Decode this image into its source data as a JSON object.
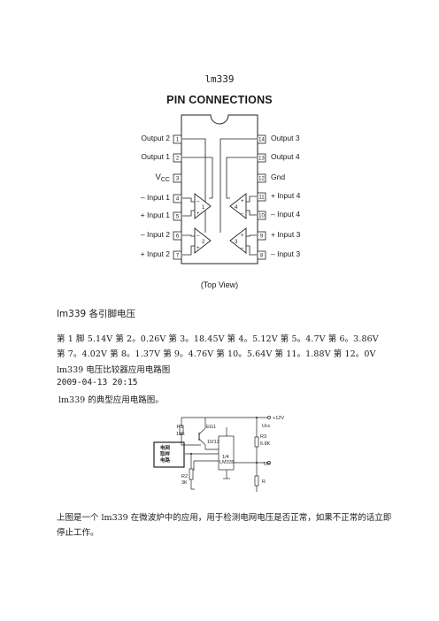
{
  "title": "lm339",
  "pin_connections": {
    "heading": "PIN CONNECTIONS",
    "left_pins": [
      {
        "num": "1",
        "label": "Output 2"
      },
      {
        "num": "2",
        "label": "Output 1"
      },
      {
        "num": "3",
        "label": "VCC"
      },
      {
        "num": "4",
        "label": "– Input 1"
      },
      {
        "num": "5",
        "label": "+ Input 1"
      },
      {
        "num": "6",
        "label": "– Input 2"
      },
      {
        "num": "7",
        "label": "+ Input 2"
      }
    ],
    "right_pins": [
      {
        "num": "14",
        "label": "Output 3"
      },
      {
        "num": "13",
        "label": "Output 4"
      },
      {
        "num": "12",
        "label": "Gnd"
      },
      {
        "num": "11",
        "label": "+ Input 4"
      },
      {
        "num": "10",
        "label": "– Input 4"
      },
      {
        "num": "9",
        "label": "+ Input 3"
      },
      {
        "num": "8",
        "label": "– Input 3"
      }
    ],
    "comparator_numbers": [
      "1",
      "2",
      "3",
      "4"
    ],
    "view_label": "(Top View)"
  },
  "voltage_section": {
    "title": "lm339 各引脚电压",
    "text": "第 1 脚 5.14V 第 2。0.26V 第 3。18.45V 第 4。5.12V 第 5。4.7V 第 6。3.86V 第 7。4.02V 第 8。1.37V 第 9。4.76V 第 10。5.64V 第 11。1.88V 第 12。0V"
  },
  "article": {
    "title": "lm339 电压比较器应用电路图",
    "datetime": "2009-04-13 20:15",
    "intro": "lm339 的典型应用电路图。",
    "caption": "上图是一个 lm339 在微波炉中的应用，用于检测电网电压是否正常，如果不正常的话立即停止工作。"
  },
  "schematic": {
    "supply": "+12V",
    "ucc": "Ucc",
    "r1": "R1",
    "r1_val": "10K",
    "eg1": "EG1",
    "chip_pin": "10/13",
    "r3": "R3",
    "r3_val": "6.8K",
    "chip_name": "1/4",
    "chip_part": "LM339",
    "box_line1": "电网",
    "box_line2": "取样",
    "box_line3": "电路",
    "r2": "R2",
    "r2_val": "3K",
    "uo": "Uo",
    "r": "R"
  }
}
